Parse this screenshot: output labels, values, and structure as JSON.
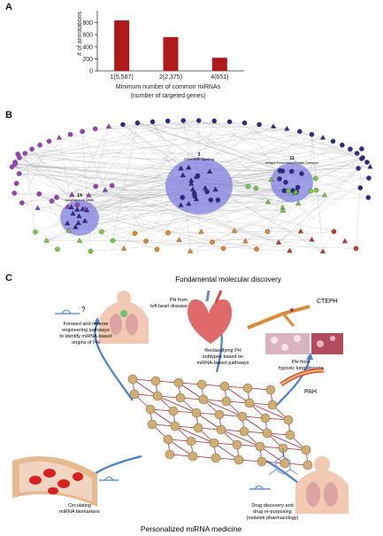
{
  "panels": {
    "a": "A",
    "b": "B",
    "c": "C"
  },
  "chart_data": {
    "type": "bar",
    "categories": [
      "1(5,587)",
      "2(2,375)",
      "4(651)"
    ],
    "values": [
      838,
      560,
      218
    ],
    "ylabel": "# of annotations",
    "xlabel_line1": "Minimum number of common miRNAs",
    "xlabel_line2": "(number of targeted genes)",
    "ylim": [
      0,
      1000
    ],
    "yticks": [
      0,
      200,
      400,
      600,
      800
    ],
    "bar_color": "#b01919",
    "grid": false
  },
  "network": {
    "clusters": [
      {
        "id": "3",
        "label": "PDGF/BMP Signaling"
      },
      {
        "id": "11",
        "label": "Antigen Presentation/Protein Transport"
      },
      {
        "id": "14",
        "label": "Apoptosis/Cell Death"
      }
    ],
    "colors": {
      "purple": "#9b3fbf",
      "navy": "#2a2a8a",
      "cluster": "#7f7fe0",
      "green": "#7ac94a",
      "orange": "#e08a2a",
      "red": "#c0392b"
    }
  },
  "schematic": {
    "top_title": "Fundamental molecular discovery",
    "bottom_title": "Personalized miRNA medicine",
    "question_mark": "?",
    "forward": [
      "Forward and reverse",
      "engineering pathways",
      "to identify miRNA-based",
      "origins of PH"
    ],
    "left_heart": [
      "PH from",
      "left heart disease"
    ],
    "reclassify": [
      "Reclassifying PH",
      "subtypes based on",
      "miRNA-based pathways"
    ],
    "cteph": "CTEPH",
    "hypoxic": [
      "PH from",
      "hypoxic lung disease"
    ],
    "pah": "PAH",
    "circulating": [
      "Circulating",
      "miRNA biomarkers"
    ],
    "drug": [
      "Drug discovery and",
      "drug re-purposing",
      "(network pharmacology)"
    ]
  }
}
